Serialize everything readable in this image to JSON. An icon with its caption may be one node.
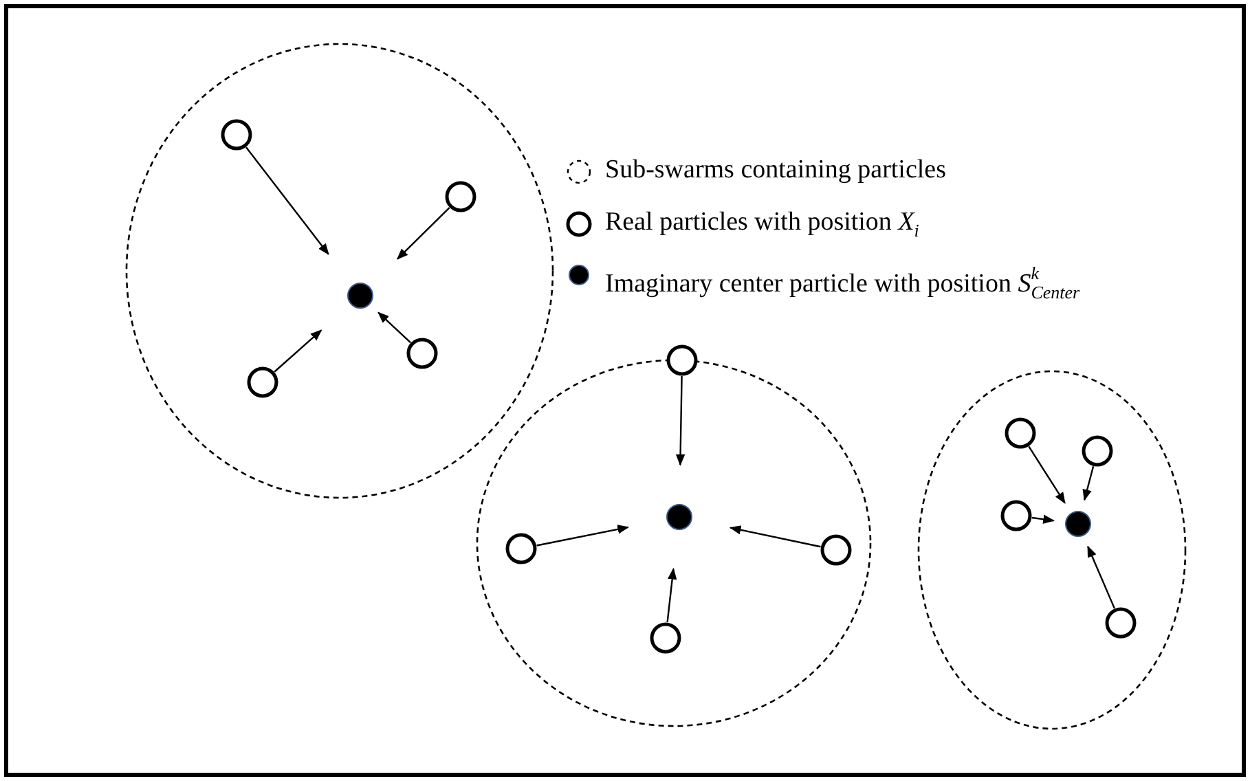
{
  "diagram": {
    "nodes": [
      {
        "text": [],
        "shape": "ellipse"
      },
      {
        "text": [],
        "shape": "circle",
        "in": 0
      },
      {
        "text": [],
        "shape": "circle",
        "in": 0
      },
      {
        "text": [],
        "shape": "dot",
        "in": 0
      },
      {
        "text": [],
        "shape": "circle",
        "in": 0
      },
      {
        "text": [],
        "shape": "circle",
        "in": 0
      },
      {
        "text": [],
        "shape": "ellipse"
      },
      {
        "text": [],
        "shape": "circle",
        "in": 6
      },
      {
        "text": [],
        "shape": "circle",
        "in": 6
      },
      {
        "text": [],
        "shape": "dot",
        "in": 6
      },
      {
        "text": [],
        "shape": "circle",
        "in": 6
      },
      {
        "text": [],
        "shape": "circle",
        "in": 6
      },
      {
        "text": [],
        "shape": "ellipse"
      },
      {
        "text": [],
        "shape": "circle",
        "in": 12
      },
      {
        "text": [],
        "shape": "circle",
        "in": 12
      },
      {
        "text": [],
        "shape": "circle",
        "in": 12
      },
      {
        "text": [],
        "shape": "dot",
        "in": 12
      },
      {
        "text": [],
        "shape": "circle",
        "in": 12
      }
    ],
    "edges": [
      {
        "from": 1,
        "to": 3,
        "arrow": "to"
      },
      {
        "from": 2,
        "to": 3,
        "arrow": "to"
      },
      {
        "from": 4,
        "to": 3,
        "arrow": "to"
      },
      {
        "from": 5,
        "to": 3,
        "arrow": "to"
      },
      {
        "from": 7,
        "to": 9,
        "arrow": "to"
      },
      {
        "from": 8,
        "to": 9,
        "arrow": "to"
      },
      {
        "from": 10,
        "to": 9,
        "arrow": "to"
      },
      {
        "from": 11,
        "to": 9,
        "arrow": "to"
      },
      {
        "from": 13,
        "to": 16,
        "arrow": "to"
      },
      {
        "from": 14,
        "to": 16,
        "arrow": "to"
      },
      {
        "from": 15,
        "to": 16,
        "arrow": "to"
      },
      {
        "from": 17,
        "to": 16,
        "arrow": "to"
      }
    ],
    "legend": [
      {
        "text": "Sub-swarms containing particles"
      },
      {
        "text": "Real particles with position *X*$_{i}$"
      },
      {
        "text": "Imaginary center particle with position *S*$^{k}$$_{Center}$"
      }
    ]
  }
}
